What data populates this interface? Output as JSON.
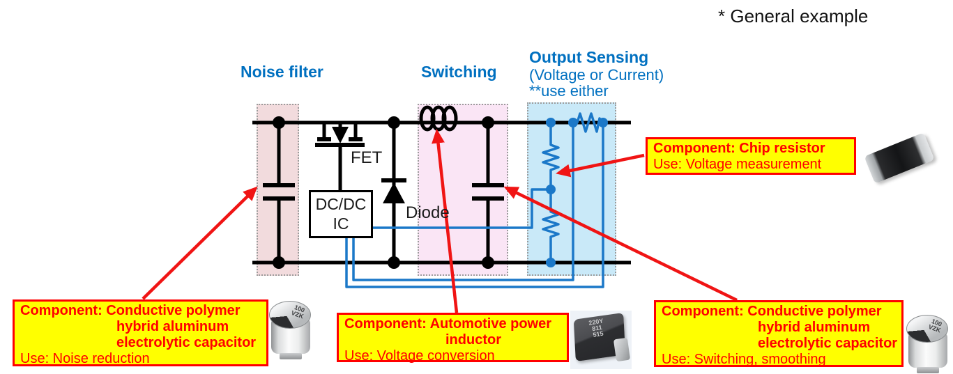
{
  "note": "* General example",
  "section_labels": {
    "noise_filter": "Noise filter",
    "switching": "Switching",
    "output_sensing": {
      "title": "Output Sensing",
      "subtitle": "(Voltage or Current)",
      "note": "**use either"
    }
  },
  "circuit": {
    "fet": "FET",
    "diode": "Diode",
    "ic_line1": "DC/DC",
    "ic_line2": "IC"
  },
  "callouts": {
    "chip_resistor": {
      "component": "Component: Chip resistor",
      "use": "Use: Voltage measurement"
    },
    "input_capacitor": {
      "component_l1": "Component: Conductive polymer",
      "component_l2": "hybrid aluminum",
      "component_l3": "electrolytic capacitor",
      "use": "Use: Noise reduction"
    },
    "power_inductor": {
      "component_l1": "Component: Automotive power",
      "component_l2": "inductor",
      "use": "Use: Voltage conversion"
    },
    "output_capacitor": {
      "component_l1": "Component: Conductive polymer",
      "component_l2": "hybrid aluminum",
      "component_l3": "electrolytic capacitor",
      "use": "Use: Switching, smoothing"
    }
  },
  "photos": {
    "capacitor_marking_l1": "100",
    "capacitor_marking_l2": "VZK",
    "inductor_marking_l1": "220Y",
    "inductor_marking_l2": "811",
    "inductor_marking_l3": "515"
  },
  "colors": {
    "section_label_blue": "#0070C0",
    "circuit_blue": "#1B78C8",
    "arrow_red": "#F01414",
    "callout_yellow": "#FFFF00",
    "callout_red": "#FF0000",
    "noise_filter_fill": "#F2DBDD",
    "switching_fill": "#FAE5F5",
    "sensing_fill": "#C9E9F8"
  }
}
